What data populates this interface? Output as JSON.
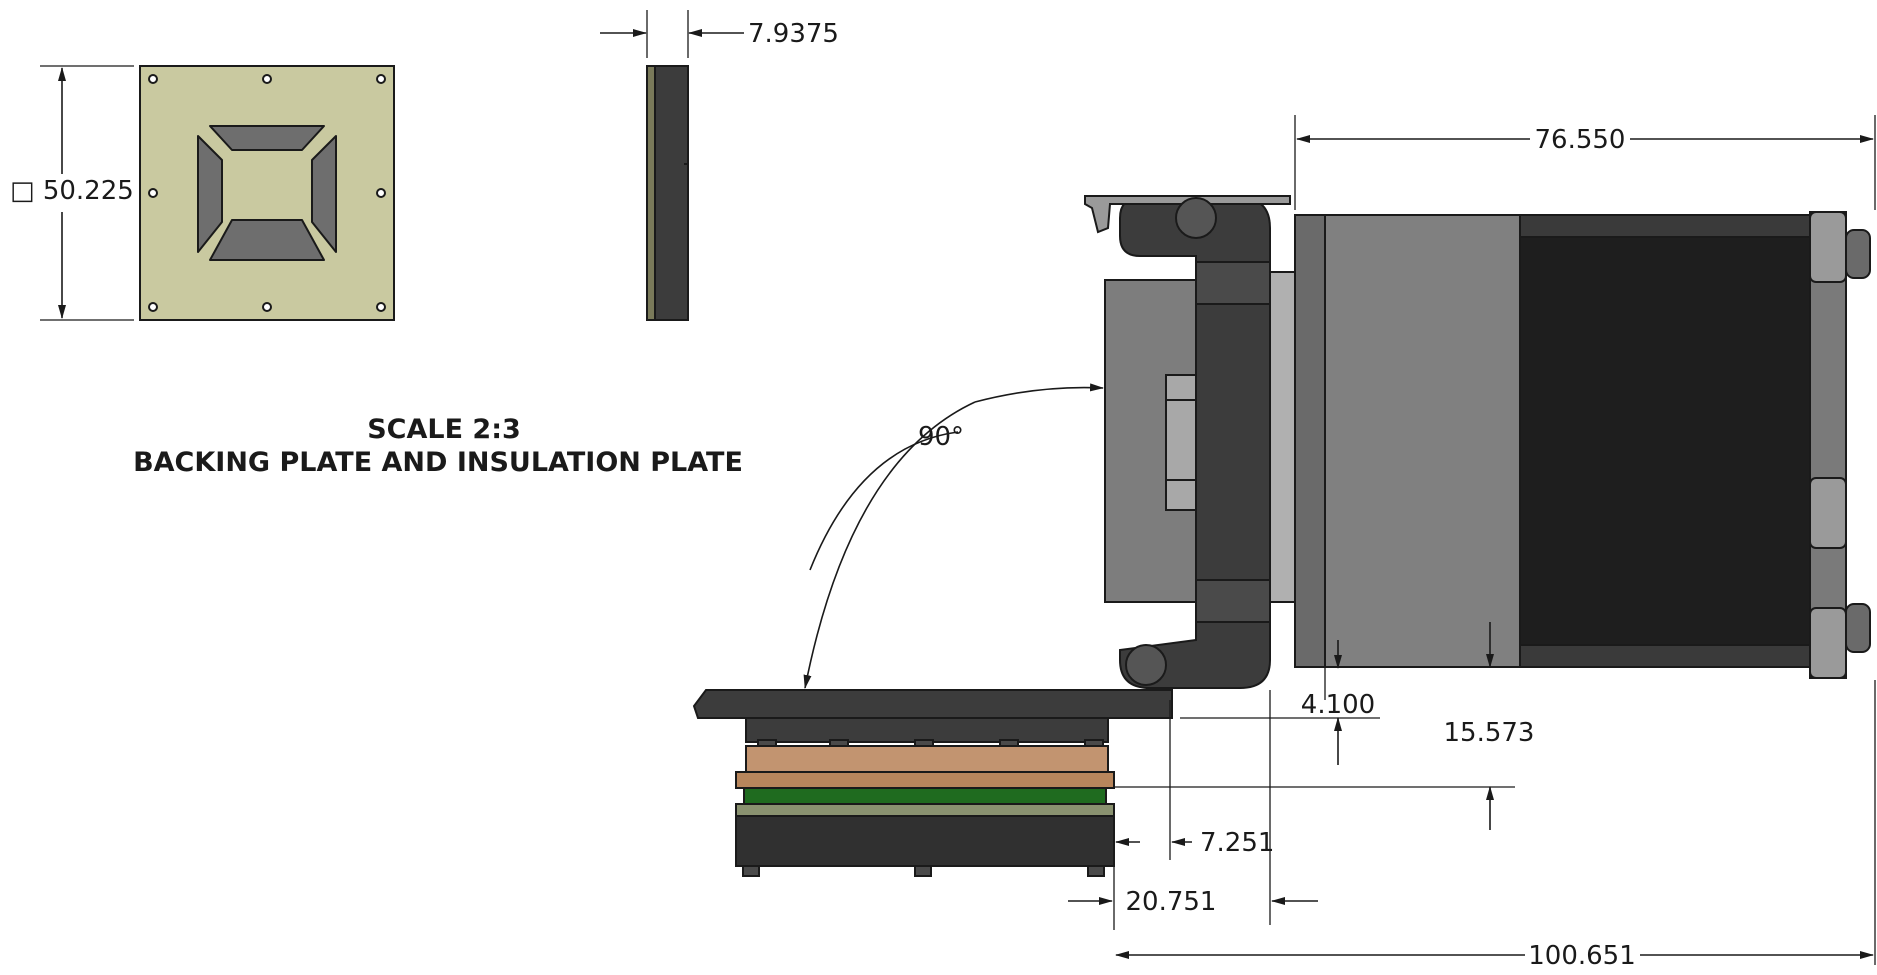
{
  "title": {
    "scale": "SCALE 2:3",
    "name": "BACKING PLATE AND INSULATION PLATE"
  },
  "dimensions": {
    "plate_square": "□ 50.225",
    "plate_thickness": "7.9375",
    "motor_length": "76.550",
    "hinge_angle": "90°",
    "offset_small": "4.100",
    "offset_vertical": "15.573",
    "offset_side": "7.251",
    "offset_hinge": "20.751",
    "overall_length": "100.651"
  },
  "colors": {
    "backing_plate": "#c9c9a0",
    "pocket": "#6e6e6e",
    "motor_body": "#808080",
    "motor_dark": "#1e1e1e",
    "frame_dark": "#3c3c3c",
    "copper": "#b8865c",
    "pcb_green": "#1f6b1f",
    "insulation": "#8a9270",
    "base_dark": "#303030"
  }
}
